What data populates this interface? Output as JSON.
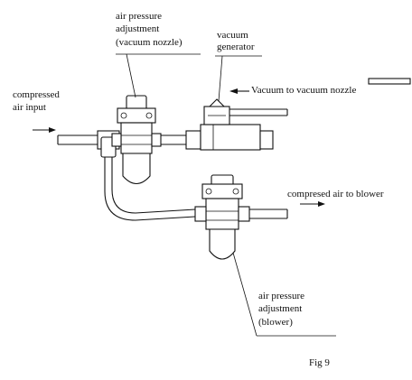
{
  "labels": {
    "compressed_air_input": [
      "compressed",
      "air input"
    ],
    "air_pressure_adjustment_vacuum": [
      "air pressure",
      "adjustment",
      "(vacuum nozzle)"
    ],
    "vacuum_generator": [
      "vacuum",
      "generator"
    ],
    "vacuum_to_nozzle": "Vacuum to vacuum nozzle",
    "compressed_air_to_blower": "compresed air to blower",
    "air_pressure_adjustment_blower": [
      "air pressure",
      "adjustment",
      "(blower)"
    ],
    "figure_caption": "Fig 9"
  }
}
